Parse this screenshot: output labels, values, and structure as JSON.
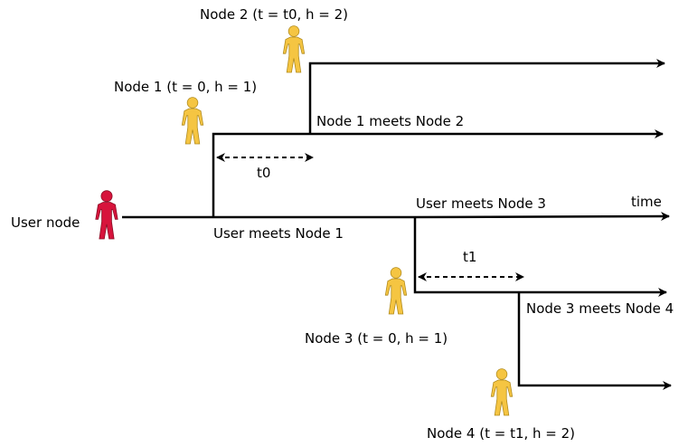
{
  "diagram": {
    "labels": {
      "node2": "Node 2 (t = t0, h = 2)",
      "node1": "Node 1 (t = 0, h = 1)",
      "node1_meets_node2": "Node 1 meets Node 2",
      "t0": "t0",
      "user_node": "User node",
      "user_meets_node3": "User meets Node 3",
      "time": "time",
      "user_meets_node1": "User meets Node 1",
      "t1": "t1",
      "node3_meets_node4": "Node 3 meets Node 4",
      "node3": "Node 3  (t = 0, h = 1)",
      "node4": "Node 4 (t = t1, h = 2)"
    },
    "colors": {
      "user_figure": "#d7143c",
      "node_figure": "#f5c542",
      "node_figure_outline": "#b08a1c",
      "line": "#000000"
    },
    "icons": {
      "user": "person-icon-red",
      "node": "person-icon-yellow"
    }
  }
}
